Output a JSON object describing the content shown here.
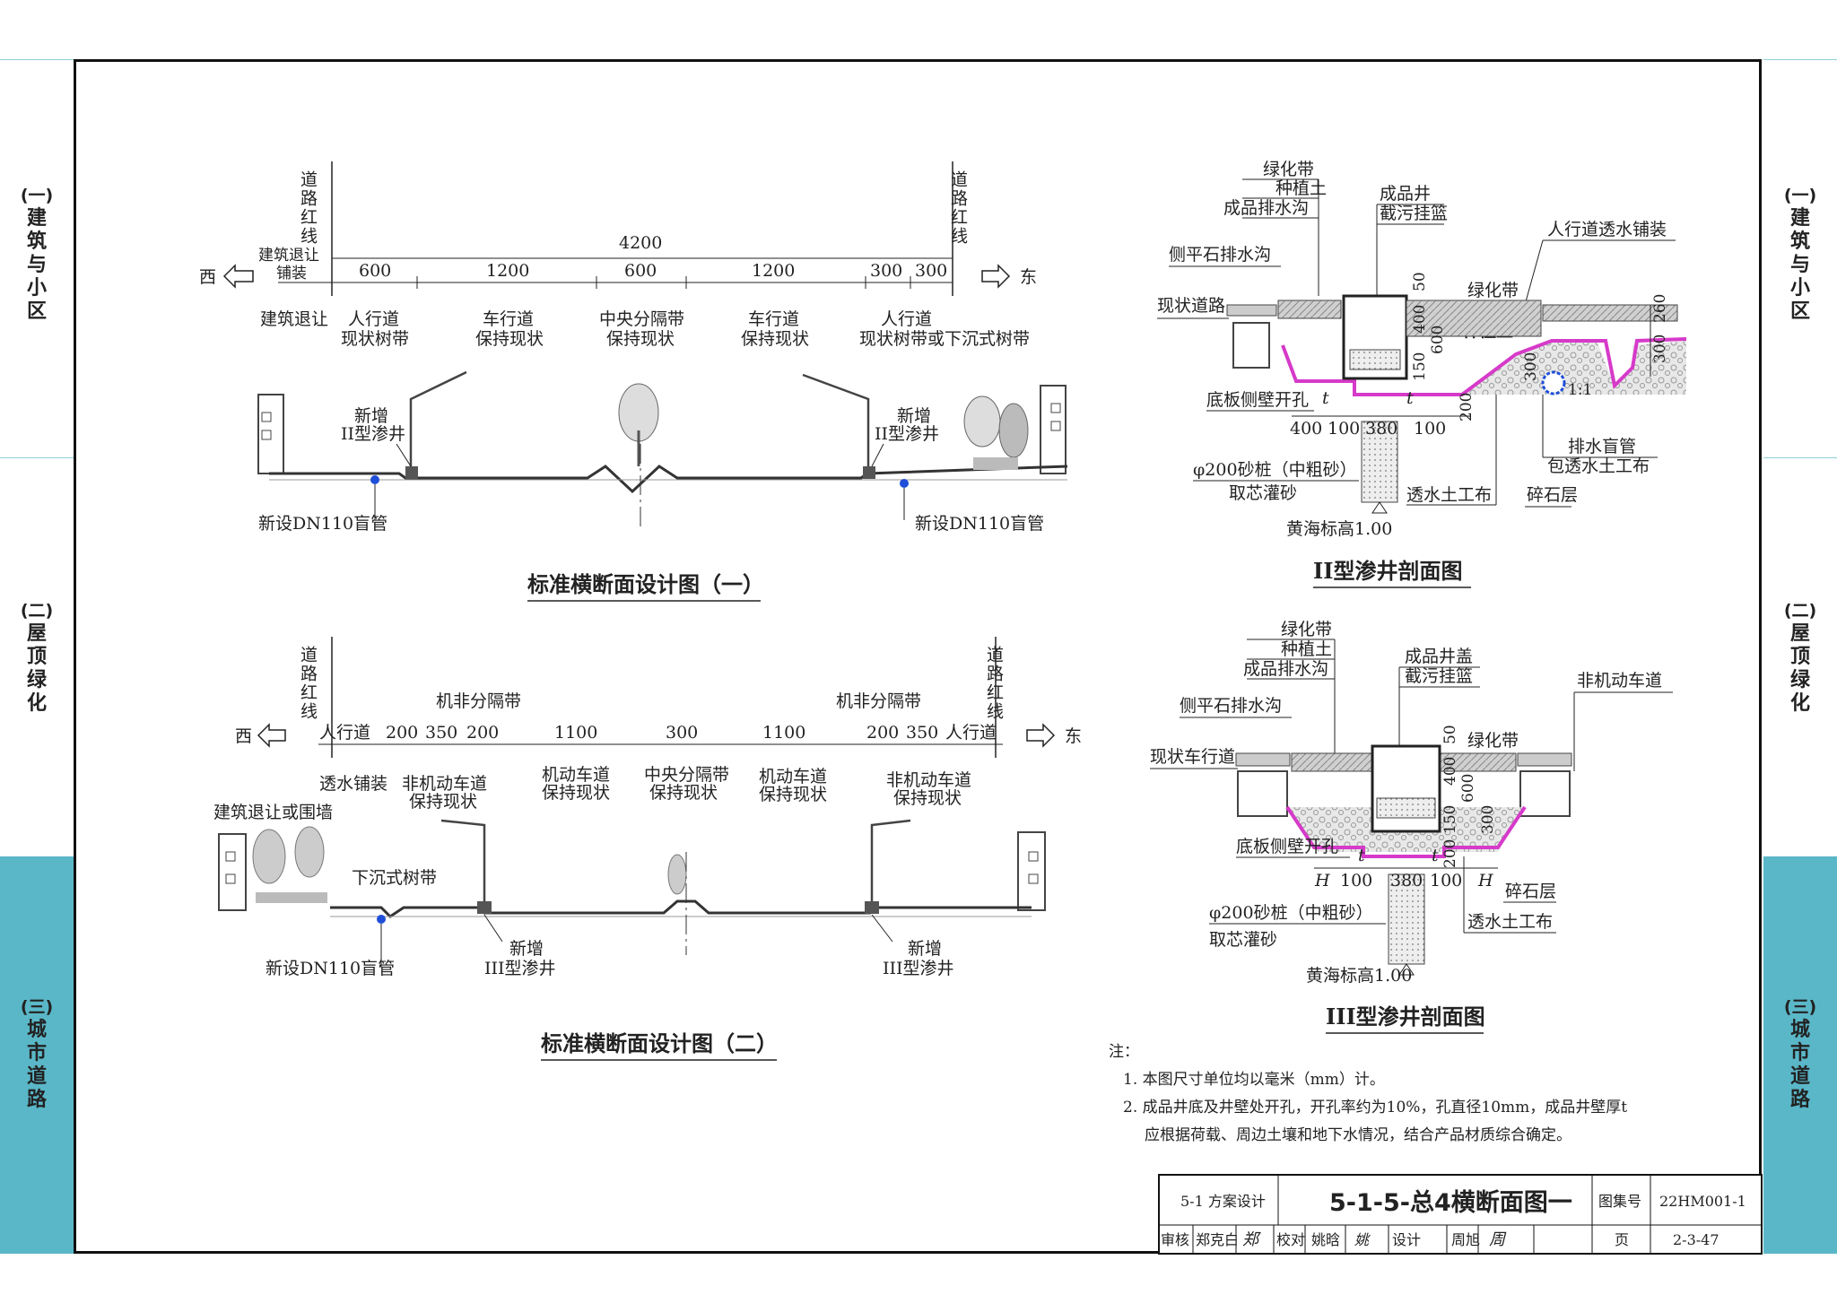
{
  "side_tabs": [
    {
      "num": "(一)",
      "title": "建筑与小区"
    },
    {
      "num": "(二)",
      "title": "屋顶绿化"
    },
    {
      "num": "(三)",
      "title": "城市道路"
    }
  ],
  "section1": {
    "red_line": "道路红线",
    "west": "西",
    "east": "东",
    "left_header": "建筑退让铺装",
    "total": "4200",
    "dims": [
      "600",
      "1200",
      "600",
      "1200",
      "300",
      "300"
    ],
    "zones": [
      {
        "l1": "建筑退让",
        "l2": ""
      },
      {
        "l1": "人行道",
        "l2": "现状树带"
      },
      {
        "l1": "车行道",
        "l2": "保持现状"
      },
      {
        "l1": "中央分隔带",
        "l2": "保持现状"
      },
      {
        "l1": "车行道",
        "l2": "保持现状"
      },
      {
        "l1": "人行道",
        "l2": "现状树带或下沉式树带"
      }
    ],
    "well_label_1": "新增",
    "well_label_2": "II型渗井",
    "pipe_label": "新设DN110盲管",
    "caption": "标准横断面设计图（一）"
  },
  "section2": {
    "red_line": "道路红线",
    "west": "西",
    "east": "东",
    "sep_label": "机非分隔带",
    "dims": [
      "人行道",
      "200",
      "350",
      "200",
      "1100",
      "300",
      "1100",
      "200",
      "350",
      "人行道"
    ],
    "zones": [
      {
        "l1": "透水铺装",
        "l2": ""
      },
      {
        "l1": "非机动车道",
        "l2": "保持现状"
      },
      {
        "l1": "机动车道",
        "l2": "保持现状"
      },
      {
        "l1": "中央分隔带",
        "l2": "保持现状"
      },
      {
        "l1": "机动车道",
        "l2": "保持现状"
      },
      {
        "l1": "非机动车道",
        "l2": "保持现状"
      }
    ],
    "building_label": "建筑退让或围墙",
    "sunken_label": "下沉式树带",
    "well_label_1": "新增",
    "well_label_2": "III型渗井",
    "pipe_label": "新设DN110盲管",
    "caption": "标准横断面设计图（二）"
  },
  "well2": {
    "labels": [
      "绿化带",
      "种植土",
      "成品排水沟"
    ],
    "product_well": "成品井",
    "basket": "截污挂篮",
    "side_ditch": "侧平石排水沟",
    "existing_road": "现状道路",
    "sidewalk": "人行道透水铺装",
    "green": "绿化带",
    "soil": "种植土",
    "dims_v": [
      "50",
      "400",
      "600",
      "150",
      "300",
      "200",
      "260",
      "300"
    ],
    "dims_h": [
      "400",
      "100",
      "380",
      "100"
    ],
    "opening": "底板侧壁开孔",
    "t": "t",
    "drain_pipe": "排水盲管",
    "wrap": "包透水土工布",
    "sand_pile": "φ200砂桩（中粗砂）",
    "core": "取芯灌砂",
    "geotextile": "透水土工布",
    "gravel": "碎石层",
    "elevation": "黄海标高1.00",
    "slope": "1:1",
    "caption": "II型渗井剖面图"
  },
  "well3": {
    "labels": [
      "绿化带",
      "种植土",
      "成品排水沟"
    ],
    "cover": "成品井盖",
    "basket": "截污挂篮",
    "side_ditch": "侧平石排水沟",
    "existing_road": "现状车行道",
    "bike_lane": "非机动车道",
    "green": "绿化带",
    "dims_v": [
      "50",
      "400",
      "600",
      "150",
      "200",
      "300"
    ],
    "dims_h": [
      "H",
      "100",
      "380",
      "100",
      "H"
    ],
    "opening": "底板侧壁开孔",
    "t": "t",
    "sand_pile": "φ200砂桩（中粗砂）",
    "core": "取芯灌砂",
    "geotextile": "透水土工布",
    "gravel": "碎石层",
    "elevation": "黄海标高1.00",
    "caption": "III型渗井剖面图"
  },
  "notes": {
    "title": "注：",
    "items": [
      "1. 本图尺寸单位均以毫米（mm）计。",
      "2. 成品井底及井壁处开孔，开孔率约为10%，孔直径10mm，成品井壁厚t",
      "应根据荷载、周边土壤和地下水情况，结合产品材质综合确定。"
    ]
  },
  "title_block": {
    "section": "5-1 方案设计",
    "title": "5-1-5-总4横断面图一",
    "atlas_label": "图集号",
    "atlas_no": "22HM001-1",
    "review": "审核",
    "reviewer": "郑克白",
    "check": "校对",
    "checker": "姚晗",
    "design": "设计",
    "designer": "周旭",
    "page_label": "页",
    "page_no": "2-3-47"
  },
  "colors": {
    "accent_tab": "#5ab7c8",
    "membrane": "#d63ac9",
    "pipe": "#1f4fd8"
  }
}
